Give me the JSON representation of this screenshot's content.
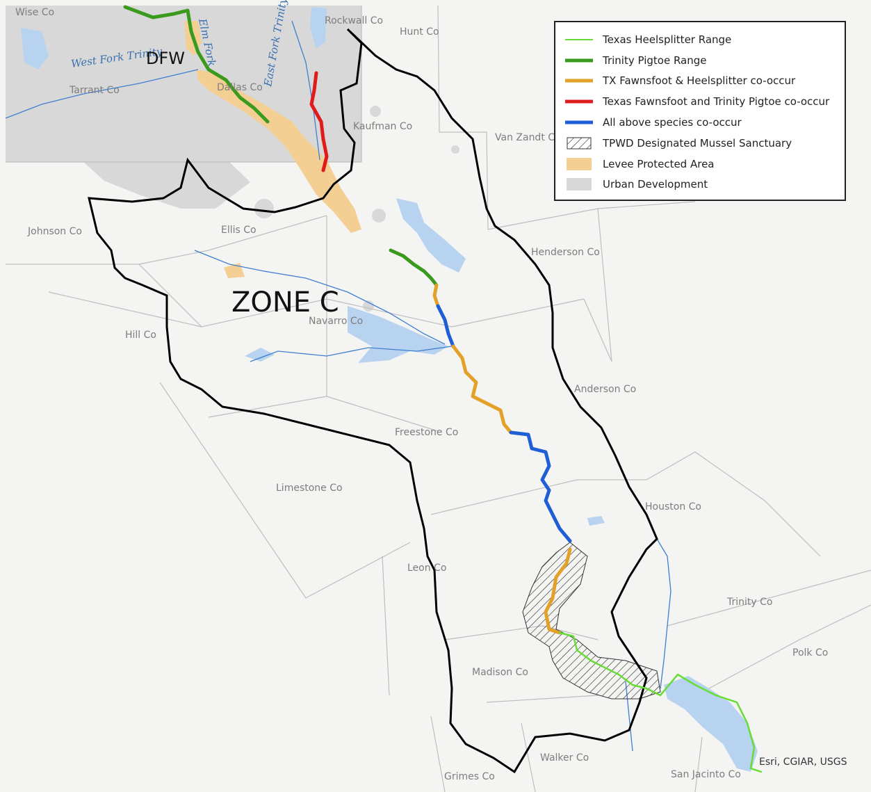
{
  "map": {
    "zone_label": "ZONE C",
    "metro_label": "DFW",
    "credits": "Esri, CGIAR, USGS",
    "colors": {
      "background": "#f4f4f2",
      "urban": "#d8d8d8",
      "levee": "#f3cf94",
      "water": "#b7d3ef",
      "river_line": "#3f7fd0",
      "county_border": "#bdbdbd",
      "basin_outline": "#000000",
      "heelsplitter": "#66dd33",
      "pigtoe": "#3a9a1d",
      "fawnsfoot_heelsplitter": "#e3a12a",
      "fawnsfoot_pigtoe": "#e01b1b",
      "all_species": "#1f5fd6"
    },
    "counties": [
      "Wise Co",
      "Rockwall Co",
      "Hunt Co",
      "Tarrant Co",
      "Dallas Co",
      "Kaufman Co",
      "Van Zandt Co",
      "Johnson Co",
      "Ellis Co",
      "Henderson Co",
      "Navarro Co",
      "Hill Co",
      "Anderson Co",
      "Freestone Co",
      "Limestone Co",
      "Houston Co",
      "Leon Co",
      "Trinity Co",
      "Polk Co",
      "Madison Co",
      "Walker Co",
      "Grimes Co",
      "San Jacinto Co"
    ],
    "rivers": [
      "West Fork Trinity",
      "Elm Fork",
      "East Fork Trinity"
    ]
  },
  "legend": {
    "items": [
      {
        "label": "Texas Heelsplitter Range",
        "symbol": "thin-line",
        "color": "#66dd33"
      },
      {
        "label": "Trinity Pigtoe Range",
        "symbol": "thick-line",
        "color": "#3a9a1d"
      },
      {
        "label": "TX Fawnsfoot & Heelsplitter co-occur",
        "symbol": "thick-line",
        "color": "#e3a12a"
      },
      {
        "label": "Texas Fawnsfoot and Trinity Pigtoe co-occur",
        "symbol": "thick-line",
        "color": "#e01b1b"
      },
      {
        "label": "All above species co-occur",
        "symbol": "thick-line",
        "color": "#1f5fd6"
      },
      {
        "label": "TPWD Designated Mussel Sanctuary",
        "symbol": "hatch",
        "color": "#222222"
      },
      {
        "label": "Levee Protected Area",
        "symbol": "fill",
        "color": "#f3cf94"
      },
      {
        "label": "Urban Development",
        "symbol": "fill",
        "color": "#d8d8d8"
      }
    ]
  }
}
